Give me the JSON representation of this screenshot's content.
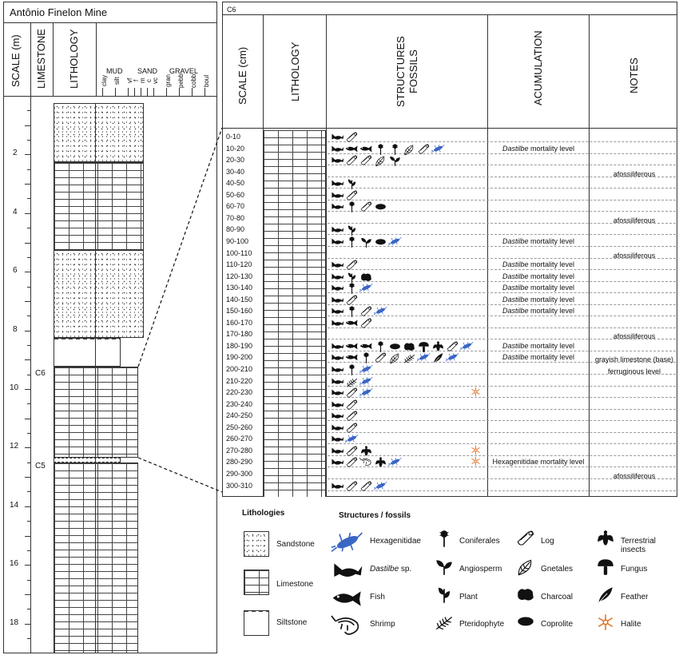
{
  "left_panel": {
    "title": "Antônio Finelon Mine",
    "col_scale": "SCALE (m)",
    "col_limestone": "LIMESTONE",
    "col_lithology": "LITHOLOGY",
    "grain": {
      "mud": "MUD",
      "sand": "SAND",
      "gravel": "GRAVEL",
      "sizes": [
        "clay",
        "silt",
        "vf",
        "f",
        "m",
        "c",
        "vc",
        "gran",
        "pebb",
        "cobb",
        "boul"
      ]
    },
    "scale_ticks": [
      "2",
      "4",
      "6",
      "8",
      "10",
      "12",
      "14",
      "16",
      "18"
    ],
    "limestone_labels": [
      "C6",
      "C5"
    ]
  },
  "right_panel": {
    "tag": "C6",
    "col_scale": "SCALE (cm)",
    "col_lithology": "LITHOLOGY",
    "col_structures_1": "STRUCTURES",
    "col_structures_2": "FOSSILS",
    "col_accumulation": "ACUMULATION",
    "col_notes": "NOTES",
    "rows": [
      "0-10",
      "10-20",
      "20-30",
      "30-40",
      "40-50",
      "50-60",
      "60-70",
      "70-80",
      "80-90",
      "90-100",
      "100-110",
      "110-120",
      "120-130",
      "130-140",
      "140-150",
      "150-160",
      "160-170",
      "170-180",
      "180-190",
      "190-200",
      "200-210",
      "210-220",
      "220-230",
      "230-240",
      "240-250",
      "250-260",
      "260-270",
      "270-280",
      "280-290",
      "290-300",
      "300-310"
    ],
    "accumulation": [
      {
        "row": 1,
        "italic": "Dastilbe",
        "text": " mortality level"
      },
      {
        "row": 9,
        "italic": "Dastilbe",
        "text": " mortality level"
      },
      {
        "row": 11,
        "italic": "Dastilbe",
        "text": " mortality level"
      },
      {
        "row": 12,
        "italic": "Dastilbe",
        "text": " mortality level"
      },
      {
        "row": 13,
        "italic": "Dastilbe",
        "text": " mortality level"
      },
      {
        "row": 14,
        "italic": "Dastilbe",
        "text": " mortality level"
      },
      {
        "row": 15,
        "italic": "Dastilbe",
        "text": " mortality level"
      },
      {
        "row": 18,
        "italic": "Dastilbe",
        "text": " mortality level"
      },
      {
        "row": 19,
        "italic": "Dastilbe",
        "text": " mortality level"
      },
      {
        "row": 28,
        "italic": "",
        "text": "Hexagenitidae mortality level"
      }
    ],
    "notes": [
      {
        "row": 3,
        "text": "afossiliferous"
      },
      {
        "row": 7,
        "text": "afossiliferous"
      },
      {
        "row": 10,
        "text": "afossiliferous"
      },
      {
        "row": 17,
        "text": "afossiliferous"
      },
      {
        "row": 19,
        "text": "grayish limestone (base)"
      },
      {
        "row": 20,
        "text": "ferruginous level"
      },
      {
        "row": 29,
        "text": "afossiliferous"
      }
    ]
  },
  "legend": {
    "lithologies_title": "Lithologies",
    "lithologies": [
      "Sandstone",
      "Limestone",
      "Siltstone"
    ],
    "structures_title": "Structures / fossils",
    "items": [
      {
        "icon": "hexagenitidae-icon",
        "label": "Hexagenitidae"
      },
      {
        "icon": "dastilbe-icon",
        "label_italic": "Dastilbe",
        "label": " sp."
      },
      {
        "icon": "fish-icon",
        "label": "Fish"
      },
      {
        "icon": "shrimp-icon",
        "label": "Shrimp"
      },
      {
        "icon": "coniferales-icon",
        "label": "Coniferales"
      },
      {
        "icon": "angiosperm-icon",
        "label": "Angiosperm"
      },
      {
        "icon": "plant-icon",
        "label": "Plant"
      },
      {
        "icon": "pteridophyte-icon",
        "label": "Pteridophyte"
      },
      {
        "icon": "log-icon",
        "label": "Log"
      },
      {
        "icon": "gnetales-icon",
        "label": "Gnetales"
      },
      {
        "icon": "charcoal-icon",
        "label": "Charcoal"
      },
      {
        "icon": "coprolite-icon",
        "label": "Coprolite"
      },
      {
        "icon": "terrestrial-insects-icon",
        "label": "Terrestrial insects"
      },
      {
        "icon": "fungus-icon",
        "label": "Fungus"
      },
      {
        "icon": "feather-icon",
        "label": "Feather"
      },
      {
        "icon": "halite-icon",
        "label": "Halite"
      }
    ],
    "colors": {
      "hexagenitidae": "#3a66c4",
      "halite": "#e07020",
      "ink": "#111111"
    }
  }
}
